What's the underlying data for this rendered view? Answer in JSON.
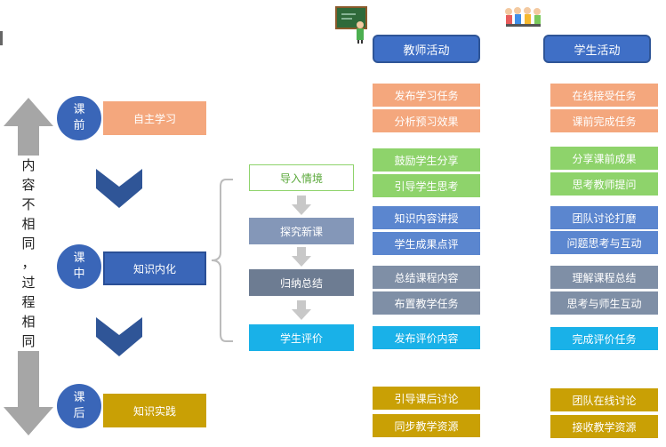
{
  "headers": {
    "teacher": "教师活动",
    "student": "学生活动"
  },
  "side_label": [
    "内",
    "容",
    "不",
    "相",
    "同",
    "，",
    "过",
    "程",
    "相",
    "同"
  ],
  "phases": {
    "before": {
      "circle": [
        "课",
        "前"
      ],
      "label": "自主学习"
    },
    "during": {
      "circle": [
        "课",
        "中"
      ],
      "label": "知识内化"
    },
    "after": {
      "circle": [
        "课",
        "后"
      ],
      "label": "知识实践"
    }
  },
  "steps": [
    "导入情境",
    "探究新课",
    "归纳总结",
    "学生评价"
  ],
  "teacher_activities": [
    "发布学习任务",
    "分析预习效果",
    "鼓励学生分享",
    "引导学生思考",
    "知识内容讲授",
    "学生成果点评",
    "总结课程内容",
    "布置教学任务",
    "发布评价内容",
    "引导课后讨论",
    "同步教学资源"
  ],
  "student_activities": [
    "在线接受任务",
    "课前完成任务",
    "分享课前成果",
    "思考教师提问",
    "团队讨论打磨",
    "问题思考与互动",
    "理解课程总结",
    "思考与师生互动",
    "完成评价任务",
    "团队在线讨论",
    "接收教学资源"
  ],
  "colors": {
    "orange": "#f4a77d",
    "green": "#8ed36b",
    "blue": "#5b86cf",
    "slate": "#7f8fa6",
    "cyan": "#19b1e8",
    "gold": "#c9a005",
    "header": "#3f6fc6"
  },
  "icons": {
    "teacher": "teacher-at-blackboard-icon",
    "students": "students-group-icon"
  }
}
